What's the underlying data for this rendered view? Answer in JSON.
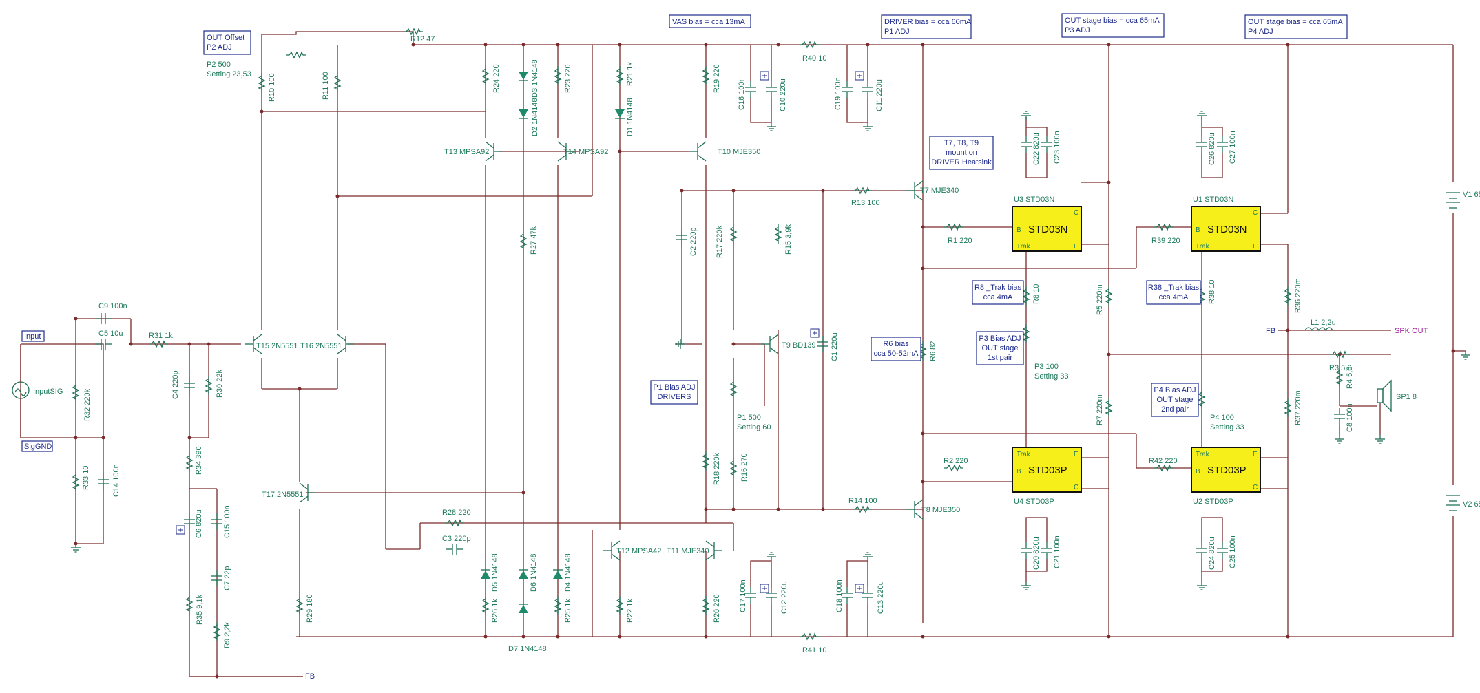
{
  "ports": {
    "input": "Input",
    "sig_gnd": "SigGND",
    "fb": "FB",
    "spk_out": "SPK OUT"
  },
  "notes": {
    "out_offset_1": "OUT Offset",
    "out_offset_2": "P2 ADJ",
    "vas_bias": "VAS bias = cca 13mA",
    "driver_bias_1": "DRIVER bias = cca 60mA",
    "driver_bias_2": "P1 ADJ",
    "out_stage_p3_1": "OUT stage bias = cca 65mA",
    "out_stage_p3_2": "P3 ADJ",
    "out_stage_p4_1": "OUT stage bias = cca 65mA",
    "out_stage_p4_2": "P4 ADJ",
    "heatsink_1": "T7, T8, T9",
    "heatsink_2": "mount on",
    "heatsink_3": "DRIVER Heatsink",
    "p1_bias_1": "P1 Bias ADJ",
    "p1_bias_2": "DRIVERS",
    "r6_bias_1": "R6 bias",
    "r6_bias_2": "cca 50-52mA",
    "r8_trak_1": "R8 _Trak bias",
    "r8_trak_2": "cca 4mA",
    "r38_trak_1": "R38 _Trak bias",
    "r38_trak_2": "cca 4mA",
    "p3_bias_1": "P3 Bias ADJ",
    "p3_bias_2": "OUT stage",
    "p3_bias_3": "1st pair",
    "p4_bias_1": "P4 Bias ADJ",
    "p4_bias_2": "OUT stage",
    "p4_bias_3": "2nd pair"
  },
  "chips": {
    "u3": {
      "ref": "U3 STD03N",
      "body": "STD03N",
      "b": "B",
      "c": "C",
      "e": "E",
      "trak": "Trak"
    },
    "u1": {
      "ref": "U1 STD03N",
      "body": "STD03N",
      "b": "B",
      "c": "C",
      "e": "E",
      "trak": "Trak"
    },
    "u4": {
      "ref": "U4 STD03P",
      "body": "STD03P",
      "b": "B",
      "c": "C",
      "e": "E",
      "trak": "Trak"
    },
    "u2": {
      "ref": "U2 STD03P",
      "body": "STD03P",
      "b": "B",
      "c": "C",
      "e": "E",
      "trak": "Trak"
    }
  },
  "labels": {
    "c9": "C9 100n",
    "c5": "C5 10u",
    "r31": "R31 1k",
    "input_sig": "InputSIG",
    "r32": "R32 220k",
    "r33": "R33 10",
    "c14": "C14 100n",
    "c4": "C4 220p",
    "r30": "R30 22k",
    "r34": "R34 390",
    "c6": "C6 820u",
    "c15": "C15 100n",
    "c7": "C7 22p",
    "r35": "R35 9,1k",
    "r9": "R9 2,2k",
    "t15": "T15 2N5551",
    "t16": "T16 2N5551",
    "t17": "T17 2N5551",
    "r29": "R29 180",
    "p2": "P2 500",
    "p2_setting": "Setting 23,53",
    "r10": "R10 100",
    "r11": "R11 100",
    "r12": "R12 47",
    "r24": "R24 220",
    "r23": "R23 220",
    "r21": "R21 1k",
    "r19": "R19 220",
    "d3": "D3 1N4148",
    "d2": "D2 1N4148",
    "d1": "D1 1N4148",
    "t13": "T13 MPSA92",
    "t14": "T14 MPSA92",
    "t10": "T10 MJE350",
    "r27": "R27 47k",
    "c16": "C16 100n",
    "c10": "C10 220u",
    "r40": "R40 10",
    "c19": "C19 100n",
    "c11": "C11 220u",
    "c2": "C2 220p",
    "r17": "R17 220k",
    "r15": "R15 3,9k",
    "t9": "T9 BD139",
    "c1": "C1 220u",
    "p1": "P1 500",
    "p1_setting": "Setting 60",
    "r18": "R18 220k",
    "r16": "R16 270",
    "r13": "R13 100",
    "t7": "T7 MJE340",
    "r14": "R14 100",
    "t8": "T8 MJE350",
    "r28": "R28 220",
    "c3": "C3 220p",
    "d5": "D5 1N4148",
    "d6": "D6 1N4148",
    "d4": "D4 1N4148",
    "d7": "D7 1N4148",
    "r26": "R26 1k",
    "r25": "R25 1k",
    "t12": "T12 MPSA42",
    "r22": "R22 1k",
    "t11": "T11 MJE340",
    "r20": "R20 220",
    "c17": "C17 100n",
    "c12": "C12 220u",
    "r41": "R41 10",
    "c18": "C18 100n",
    "c13": "C13 220u",
    "r1": "R1 220",
    "r2": "R2 220",
    "r6": "R6 82",
    "r8": "R8 10",
    "p3": "P3 100",
    "p3_setting": "Setting 33",
    "c22": "C22 820u",
    "c23": "C23 100n",
    "c20": "C20 820u",
    "c21": "C21 100n",
    "r5": "R5 220m",
    "r7": "R7 220m",
    "r39": "R39 220",
    "r42": "R42 220",
    "r38": "R38 10",
    "p4": "P4 100",
    "p4_setting": "Setting 33",
    "c26": "C26 820u",
    "c27": "C27 100n",
    "c24": "C24 820u",
    "c25": "C25 100n",
    "r36": "R36 220m",
    "r37": "R37 220m",
    "l1": "L1 2,2u",
    "r3": "R3 5,6",
    "r4": "R4 5,6",
    "c8": "C8 100n",
    "sp1": "SP1 8",
    "v1": "V1 65",
    "v2": "V2 65"
  }
}
